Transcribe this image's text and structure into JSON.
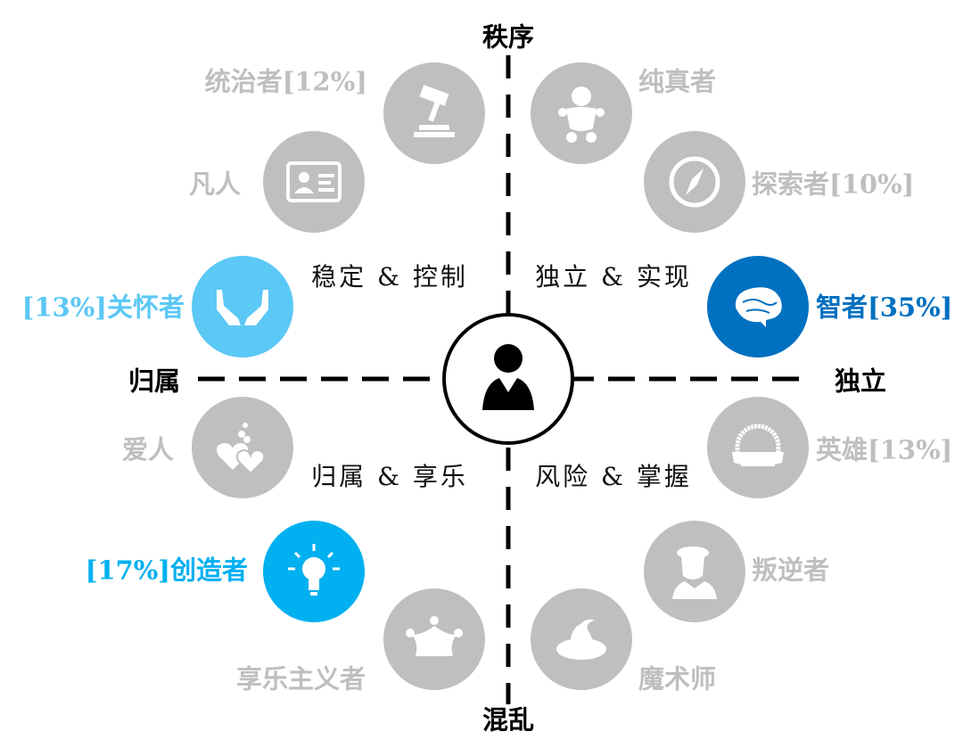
{
  "colors": {
    "gray": "#bfbfbf",
    "caregiver": "#5bc8f5",
    "sage": "#0070c0",
    "creator": "#00b0f0"
  },
  "axes": {
    "top": "秩序",
    "bottom": "混乱",
    "left": "归属",
    "right": "独立"
  },
  "quadrants": {
    "top_left": "稳定 & 控制",
    "top_right": "独立 & 实现",
    "bottom_left": "归属 & 享乐",
    "bottom_right": "风险 & 掌握"
  },
  "archetypes": {
    "ruler": {
      "name": "统治者[12%]",
      "icon": "gavel-icon"
    },
    "innocent": {
      "name": "纯真者",
      "icon": "baby-icon"
    },
    "everyman": {
      "name": "凡人",
      "icon": "id-card-icon"
    },
    "explorer": {
      "name": "探索者[10%]",
      "icon": "compass-icon"
    },
    "caregiver": {
      "name": "[13%]关怀者",
      "icon": "hands-icon"
    },
    "sage": {
      "name": "智者[35%]",
      "icon": "brain-icon"
    },
    "lover": {
      "name": "爱人",
      "icon": "hearts-icon"
    },
    "hero": {
      "name": "英雄[13%]",
      "icon": "badge-icon"
    },
    "creator": {
      "name": "[17%]创造者",
      "icon": "lightbulb-icon"
    },
    "rebel": {
      "name": "叛逆者",
      "icon": "rebel-face-icon"
    },
    "jester": {
      "name": "享乐主义者",
      "icon": "jester-hat-icon"
    },
    "magician": {
      "name": "魔术师",
      "icon": "wizard-hat-icon"
    }
  }
}
